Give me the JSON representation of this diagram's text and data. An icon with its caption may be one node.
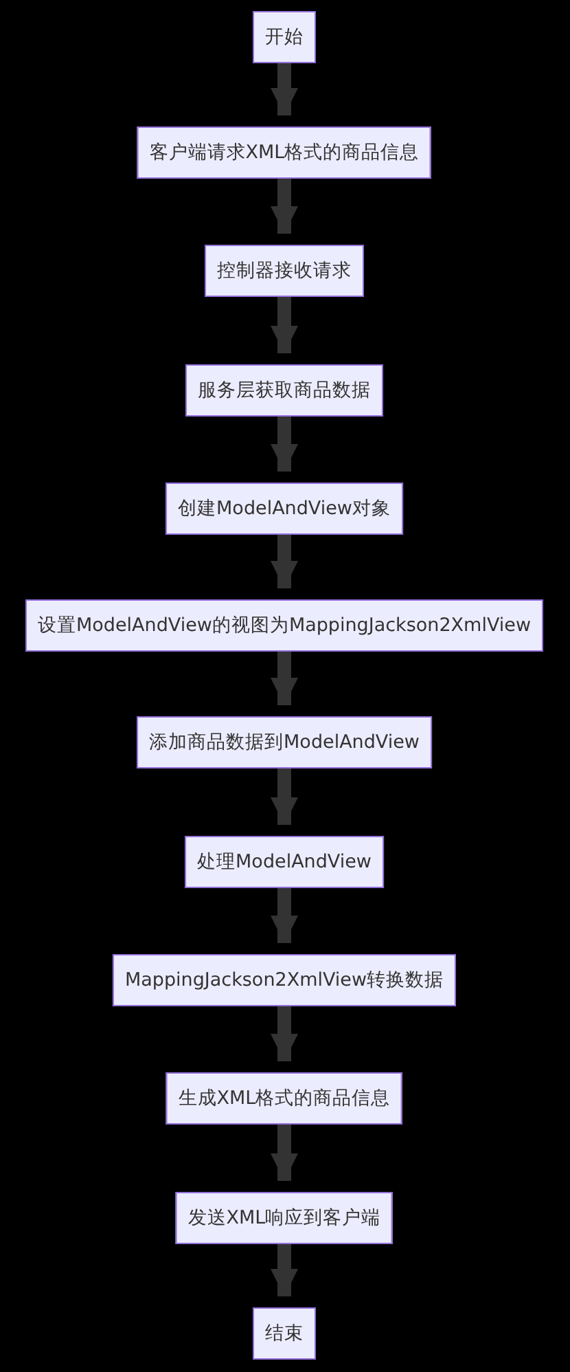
{
  "diagram": {
    "nodes": [
      {
        "text": [
          "开始"
        ]
      },
      {
        "text": [
          "客户端请求XML格式的商品信息"
        ]
      },
      {
        "text": [
          "控制器接收请求"
        ]
      },
      {
        "text": [
          "服务层获取商品数据"
        ]
      },
      {
        "text": [
          "创建ModelAndView对象"
        ]
      },
      {
        "text": [
          "设置ModelAndView的视图为MappingJackson2XmlView"
        ]
      },
      {
        "text": [
          "添加商品数据到ModelAndView"
        ]
      },
      {
        "text": [
          "处理ModelAndView"
        ]
      },
      {
        "text": [
          "MappingJackson2XmlView转换数据"
        ]
      },
      {
        "text": [
          "生成XML格式的商品信息"
        ]
      },
      {
        "text": [
          "发送XML响应到客户端"
        ]
      },
      {
        "text": [
          "结束"
        ]
      }
    ],
    "edges": [
      {
        "from": 0,
        "to": 1,
        "arrow": "to"
      },
      {
        "from": 1,
        "to": 2,
        "arrow": "to"
      },
      {
        "from": 2,
        "to": 3,
        "arrow": "to"
      },
      {
        "from": 3,
        "to": 4,
        "arrow": "to"
      },
      {
        "from": 4,
        "to": 5,
        "arrow": "to"
      },
      {
        "from": 5,
        "to": 6,
        "arrow": "to"
      },
      {
        "from": 6,
        "to": 7,
        "arrow": "to"
      },
      {
        "from": 7,
        "to": 8,
        "arrow": "to"
      },
      {
        "from": 8,
        "to": 9,
        "arrow": "to"
      },
      {
        "from": 9,
        "to": 10,
        "arrow": "to"
      },
      {
        "from": 10,
        "to": 11,
        "arrow": "to"
      }
    ]
  }
}
